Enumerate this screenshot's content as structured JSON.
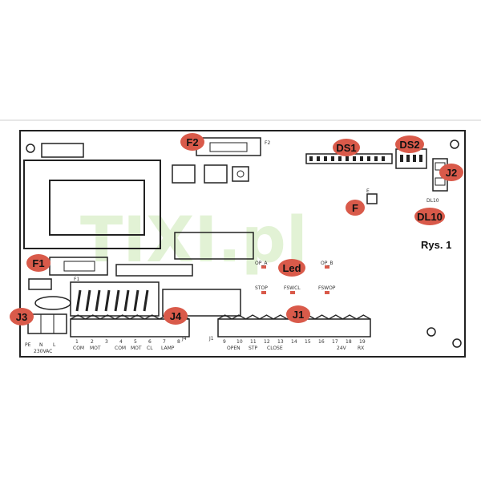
{
  "watermark": "TIXI.pl",
  "figure_label": "Rys. 1",
  "callouts": {
    "f2": "F2",
    "ds1": "DS1",
    "ds2": "DS2",
    "j2": "J2",
    "f": "F",
    "dl10": "DL10",
    "f1": "F1",
    "led": "Led",
    "j3": "J3",
    "j4": "J4",
    "j1": "J1"
  },
  "silk": {
    "f2_ref": "F2",
    "f1_ref": "F1",
    "dl10_ref": "DL10",
    "e_ref": "E",
    "op_a": "OP_A",
    "op_b": "OP_B",
    "stop": "STOP",
    "swcl": "FSWCL",
    "swop": "FSWOP",
    "j1_ref": "J1",
    "j4_ref": "J4",
    "j3_pins": [
      "PE",
      "N",
      "L"
    ],
    "j3_sub": "230VAC",
    "j4_pins": [
      "1",
      "2",
      "3",
      "4",
      "5",
      "6",
      "7",
      "8"
    ],
    "j4_groups": [
      "COM",
      "MOT",
      "COM",
      "MOT",
      "CL",
      "LAMP"
    ],
    "j1_pins": [
      "9",
      "10",
      "11",
      "12",
      "13",
      "14",
      "15",
      "16",
      "17",
      "18",
      "19"
    ],
    "j1_groups": [
      "OPEN",
      "STP",
      "CLOSE",
      "24V",
      "RX"
    ]
  },
  "colors": {
    "line": "#222222",
    "callout_fill": "#d95a4a",
    "watermark": "#bfe3a4"
  }
}
